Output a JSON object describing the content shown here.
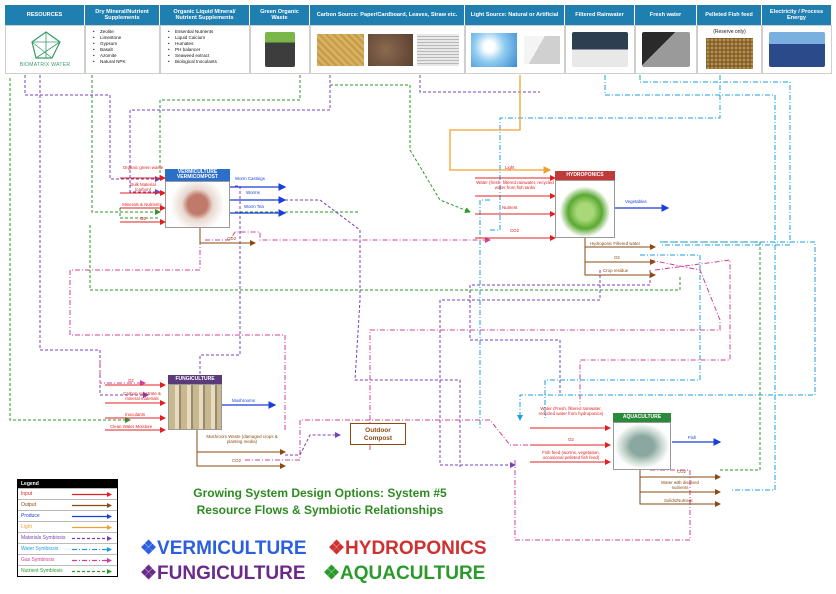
{
  "headers": [
    "RESOURCES",
    "Dry Mineral/Nutrient Supplements",
    "Organic Liquid Mineral/ Nutrient Supplements",
    "Green Organic Waste",
    "Carbon Source:  Paper/Cardboard, Leaves, Straw etc.",
    "Light Source:  Natural or Artificial",
    "Filtered Rainwater",
    "Fresh water",
    "Pelleted Fish feed",
    "Electricity / Process Energy"
  ],
  "logo_text": "BIOMATRIX WATER",
  "dry_supplements": [
    "Zeolite",
    "Limestone",
    "Gypsum",
    "Basalt",
    "Azomite",
    "Natural NPK"
  ],
  "liquid_supplements": [
    "Essential Nutrients",
    "Liquid Calcium",
    "Humates",
    "PH balancer",
    "Seaweed extract",
    "Biological Inoculants"
  ],
  "fish_feed_note": "(Reserve only)",
  "vermiculture": {
    "title": "VERMICULTURE VERMICOMPOST",
    "inputs": [
      "Organic green waste",
      "Bulk Material (carbon)",
      "Minerals & Nutrients",
      "O2"
    ],
    "produce": [
      "Worm Castings",
      "Worms",
      "Worm Tea"
    ],
    "output": "CO2"
  },
  "hydroponics": {
    "title": "HYDROPONICS",
    "light": "Light",
    "inputs": [
      "Water (fresh, filtered rainwater, recycled water from fish tanks",
      "Nutrient",
      "CO2"
    ],
    "produce": "Vegetables",
    "outputs": [
      "Hydroponic Filtered water",
      "O2",
      "Crop residue"
    ]
  },
  "fungiculture": {
    "title": "FUNGICULTURE",
    "inputs": [
      "O2",
      "Carbon substrate & mineral materials",
      "Inoculants",
      "Clean Water Moisture"
    ],
    "produce": "Mushrooms",
    "outputs": [
      "Mushroom Waste (damaged crops & planting media)",
      "CO2"
    ]
  },
  "aquaculture": {
    "title": "AQUACULTURE",
    "inputs": [
      "Water (Fresh, filtered rainwater, recycled water from hydroponics)",
      "O2",
      "Fish feed (worms, vegetation, occasional pelleted fish feed)"
    ],
    "produce": "Fish",
    "outputs": [
      "CO2",
      "Water with disolved nutrients",
      "Solids/Nutrient"
    ]
  },
  "outdoor_compost": "Outdoor Compost",
  "legend": {
    "title": "Legend",
    "items": [
      {
        "label": "Input",
        "color": "#e02020",
        "style": "solid"
      },
      {
        "label": "Output",
        "color": "#8a4a12",
        "style": "solid"
      },
      {
        "label": "Produce",
        "color": "#1a3fd8",
        "style": "solid"
      },
      {
        "label": "Light",
        "color": "#f0a030",
        "style": "solid"
      },
      {
        "label": "Materials Symbiosis",
        "color": "#7a3fb8",
        "style": "dashed"
      },
      {
        "label": "Water Symbiosis",
        "color": "#1a9fe0",
        "style": "dashdot"
      },
      {
        "label": "Gas Symbiosis",
        "color": "#d0409a",
        "style": "dashdot"
      },
      {
        "label": "Nutrient Symbiosis",
        "color": "#2a9a2a",
        "style": "dashed"
      }
    ]
  },
  "title_line1": "Growing System Design Options: System #5",
  "title_line2": "Resource Flows & Symbiotic Relationships",
  "systems": [
    {
      "symbol": "❖",
      "name": "VERMICULTURE",
      "color": "#2b5fe0"
    },
    {
      "symbol": "❖",
      "name": "HYDROPONICS",
      "color": "#d03030"
    },
    {
      "symbol": "❖",
      "name": "FUNGICULTURE",
      "color": "#6a2a8a"
    },
    {
      "symbol": "❖",
      "name": "AQUACULTURE",
      "color": "#2a9a2a"
    }
  ]
}
